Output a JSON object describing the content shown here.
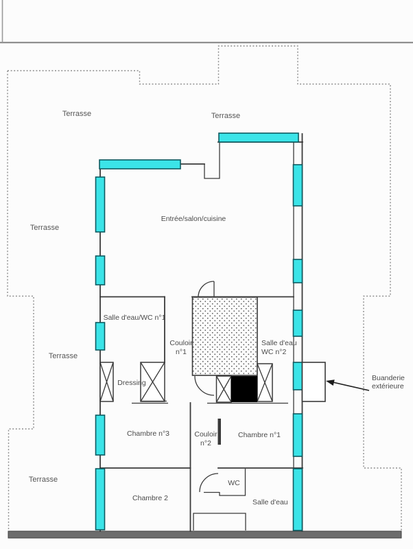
{
  "colors": {
    "window_fill": "#3be4e8",
    "window_border": "#0e5a60",
    "wall": "#3a3a3a",
    "terrace_outline_gray": "#8c8c8c",
    "slab_gray": "#6d6d6d",
    "fixture_black": "#000000",
    "text": "#4a4a4a"
  },
  "labels": {
    "terrasse_top_left": "Terrasse",
    "terrasse_top_center": "Terrasse",
    "terrasse_mid_left": "Terrasse",
    "terrasse_lower_left": "Terrasse",
    "terrasse_bottom_left": "Terrasse",
    "entree_salon_cuisine": "Entrée/salon/cuisine",
    "salle_eau_wc1": "Salle d'eau/WC n°1",
    "couloir1_l1": "Couloir",
    "couloir1_l2": "n°1",
    "salle_eau_wc2_l1": "Salle d'eau",
    "salle_eau_wc2_l2": "WC n°2",
    "dressing": "Dressing",
    "chambre3": "Chambre n°3",
    "couloir2_l1": "Couloir",
    "couloir2_l2": "n°2",
    "chambre1": "Chambre n°1",
    "chambre2": "Chambre 2",
    "wc": "WC",
    "salle_eau_bottom": "Salle d'eau",
    "buanderie_l1": "Buanderie",
    "buanderie_l2": "extérieure"
  }
}
